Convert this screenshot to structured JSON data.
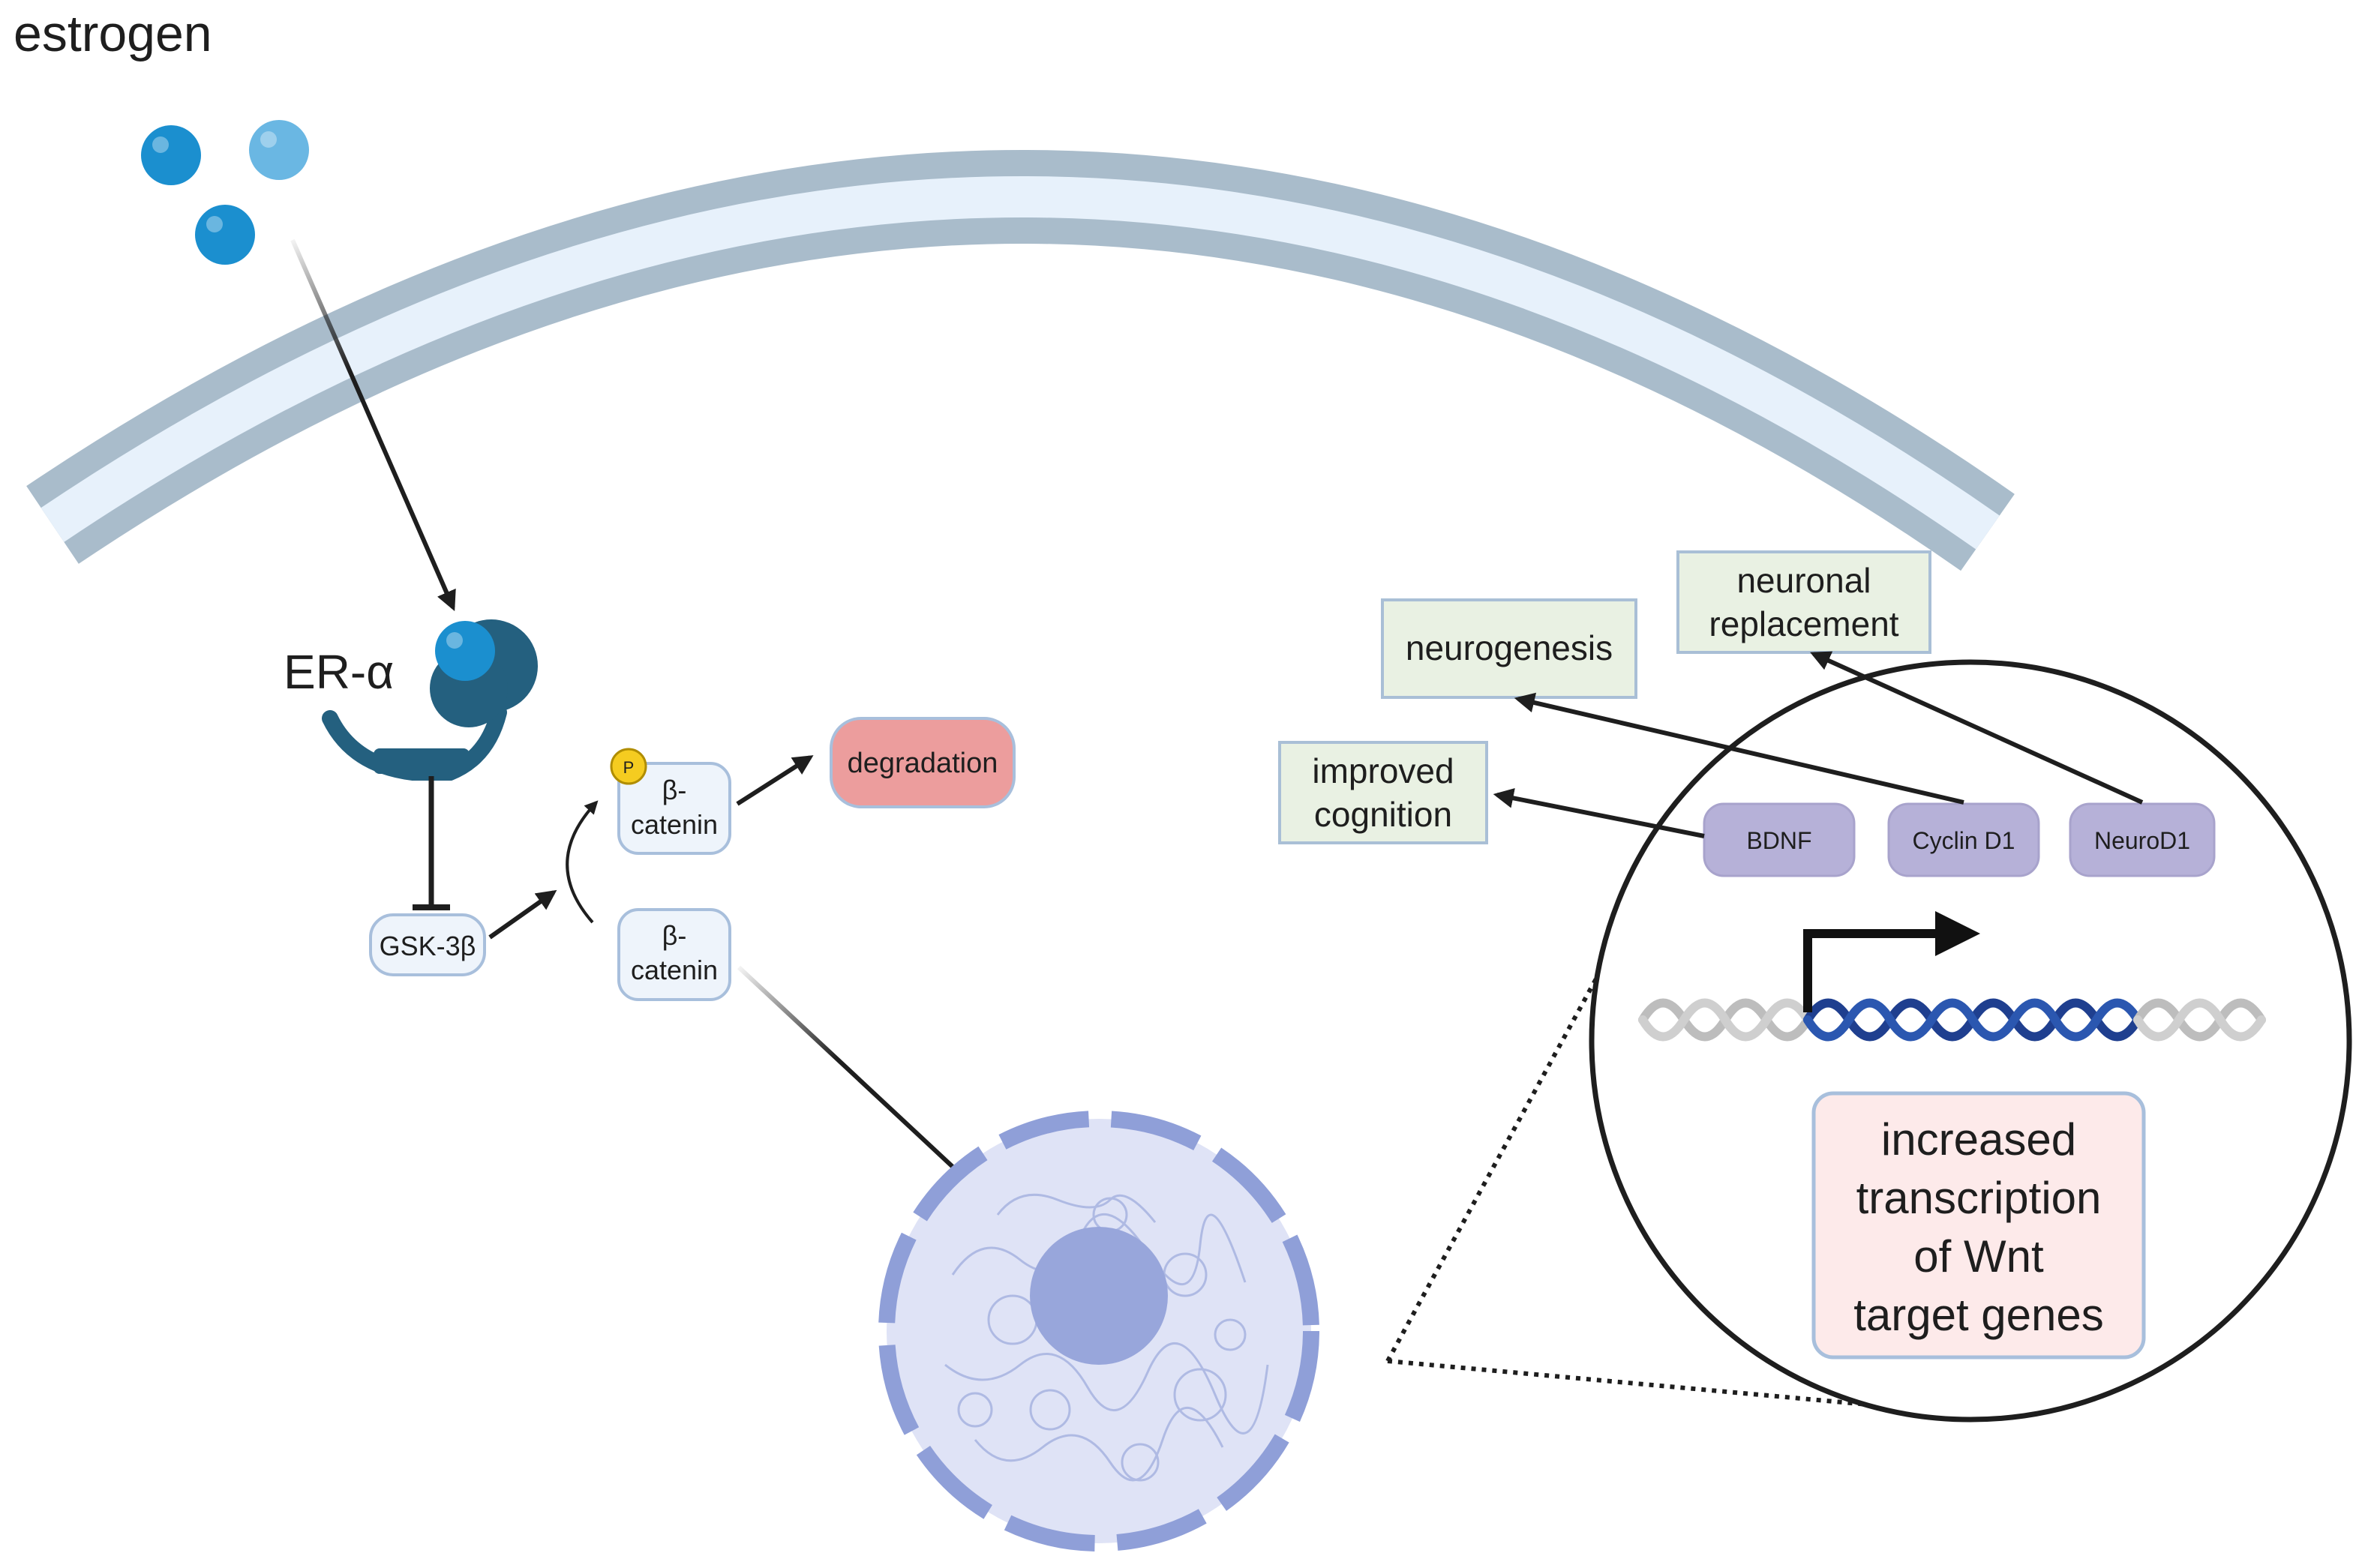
{
  "labels": {
    "estrogen": "estrogen",
    "er_alpha": "ER-α",
    "gsk3b": "GSK-3β",
    "phospho": "P",
    "beta_catenin_phos_l1": "β-",
    "beta_catenin_phos_l2": "catenin",
    "beta_catenin_l1": "β-",
    "beta_catenin_l2": "catenin",
    "degradation": "degradation",
    "neurogenesis": "neurogenesis",
    "neuronal_replacement_l1": "neuronal",
    "neuronal_replacement_l2": "replacement",
    "improved_cognition_l1": "improved",
    "improved_cognition_l2": "cognition",
    "bdnf": "BDNF",
    "cyclin_d1": "Cyclin D1",
    "neurod1": "NeuroD1",
    "increased_l1": "increased",
    "increased_l2": "transcription",
    "increased_l3": "of Wnt",
    "increased_l4": "target genes"
  },
  "colors": {
    "estrogen_ball": "#1b8fcf",
    "receptor": "#24607f",
    "membrane": "#a9bccb",
    "membrane_inner": "#e7f1fb",
    "box_green": "#e9f1e3",
    "box_green_border": "#a9bfd6",
    "degradation_fill": "#ec9d9d",
    "gene_fill": "#b6b1d8",
    "nucleus_fill": "#dfe3f6",
    "nucleolus": "#98a6db",
    "pink_box": "#fdeaea",
    "dna_active": "#1f3f8f",
    "dna_inactive": "#bdbdbd"
  }
}
